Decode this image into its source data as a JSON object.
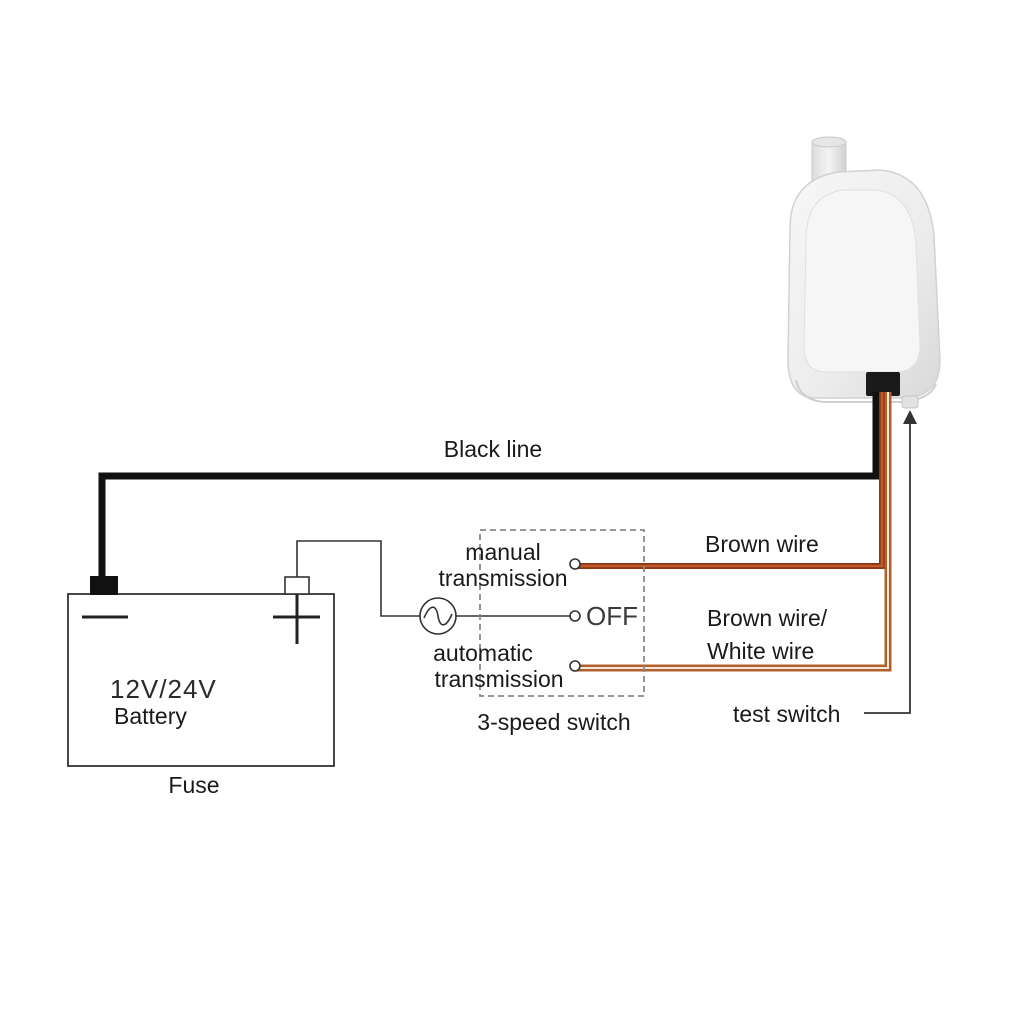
{
  "labels": {
    "black_line": "Black line",
    "brown_wire": "Brown wire",
    "brown_white_wire_1": "Brown wire/",
    "brown_white_wire_2": "White wire",
    "manual_1": "manual",
    "manual_2": "transmission",
    "off": "OFF",
    "automatic_1": "automatic",
    "automatic_2": "transmission",
    "switch_caption": "3-speed switch",
    "test_switch": "test switch",
    "battery_rating": "12V/24V",
    "battery": "Battery",
    "fuse": "Fuse"
  },
  "colors": {
    "black_line": "#111111",
    "brown_wire": "#a0451f",
    "brown_white_wire": "#c0703a",
    "thin_line": "#333333",
    "switch_box": "#8a8a8a",
    "pump_body": "#eeeeee"
  },
  "icons": {
    "pump": "bilge-pump",
    "fuse": "fuse-symbol",
    "battery": "battery-symbol"
  }
}
